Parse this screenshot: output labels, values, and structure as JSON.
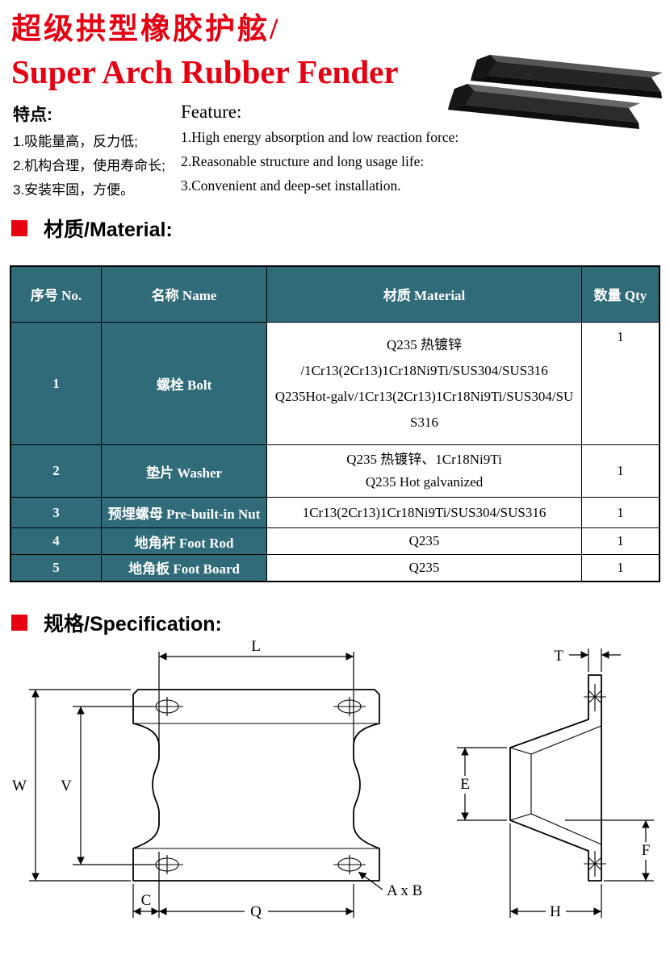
{
  "colors": {
    "accent_red": "#e60012",
    "table_teal": "#2f6b78"
  },
  "header": {
    "title_zh": "超级拱型橡胶护舷/",
    "title_en": "Super Arch Rubber Fender"
  },
  "features": {
    "zh": {
      "heading": "特点:",
      "items": [
        "1.吸能量高，反力低;",
        "2.机构合理，使用寿命长;",
        "3.安装牢固，方便。"
      ]
    },
    "en": {
      "heading": "Feature:",
      "items": [
        "1.High energy absorption and low reaction force:",
        "2.Reasonable structure and long usage life:",
        "3.Convenient and deep-set installation."
      ]
    }
  },
  "material": {
    "heading": "材质/Material:",
    "table": {
      "headers": {
        "no": "序号 No.",
        "name": "名称 Name",
        "material": "材质 Material",
        "qty": "数量 Qty"
      },
      "rows": [
        {
          "no": "1",
          "name": "螺栓 Bolt",
          "material_lines": [
            "Q235 热镀锌",
            "/1Cr13(2Cr13)1Cr18Ni9Ti/SUS304/SUS316",
            "Q235Hot-galv/1Cr13(2Cr13)1Cr18Ni9Ti/SUS304/SU",
            "S316"
          ],
          "qty": "1"
        },
        {
          "no": "2",
          "name": "垫片 Washer",
          "material_lines": [
            "Q235 热镀锌、1Cr18Ni9Ti",
            "Q235 Hot galvanized"
          ],
          "qty": "1"
        },
        {
          "no": "3",
          "name": "预埋螺母 Pre-built-in Nut",
          "material_lines": [
            "1Cr13(2Cr13)1Cr18Ni9Ti/SUS304/SUS316"
          ],
          "qty": "1"
        },
        {
          "no": "4",
          "name": "地角杆 Foot Rod",
          "material_lines": [
            "Q235"
          ],
          "qty": "1"
        },
        {
          "no": "5",
          "name": "地角板 Foot Board",
          "material_lines": [
            "Q235"
          ],
          "qty": "1"
        }
      ]
    }
  },
  "specification": {
    "heading": "规格/Specification:",
    "labels": {
      "L": "L",
      "W": "W",
      "V": "V",
      "C": "C",
      "Q": "Q",
      "AxB": "A x B",
      "T": "T",
      "E": "E",
      "F": "F",
      "H": "H"
    }
  }
}
